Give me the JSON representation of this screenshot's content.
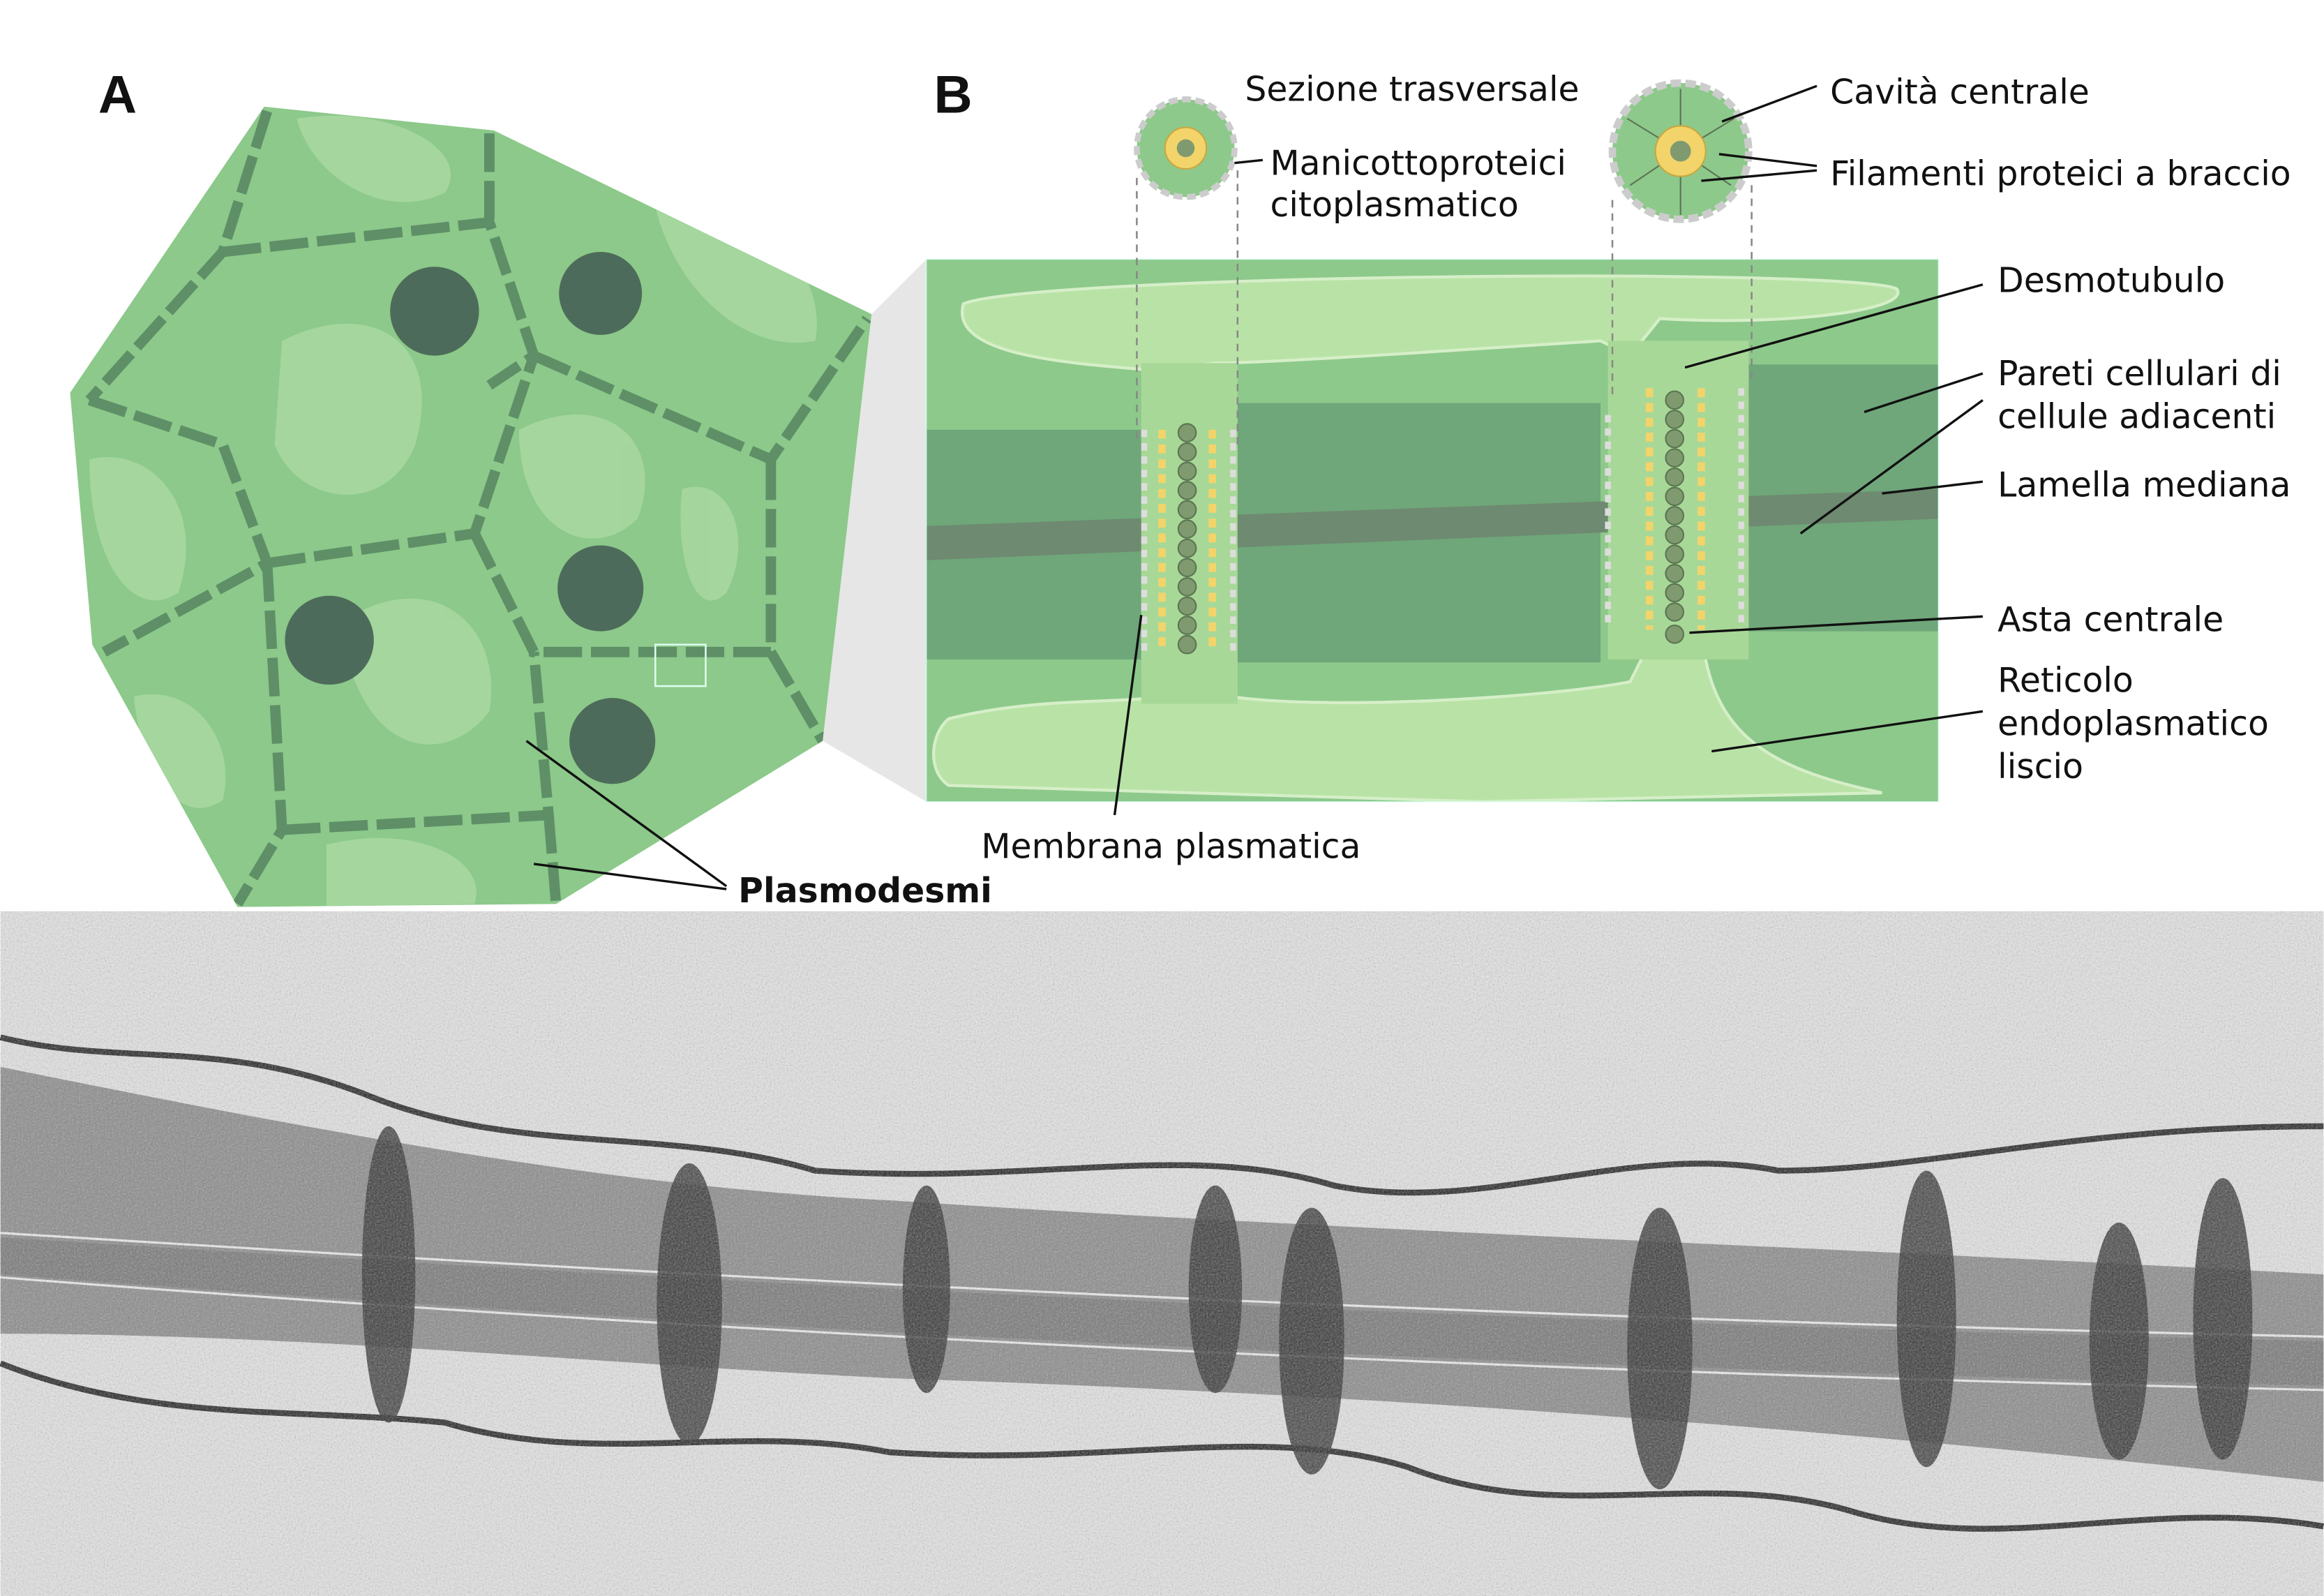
{
  "panel_a": {
    "letter": "A",
    "label_plasmodesmi": "Plasmodesmi"
  },
  "panel_b": {
    "letter": "B",
    "title": "Sezione trasversale",
    "labels": {
      "manicotto_1": "Manicottoproteici",
      "manicotto_2": "citoplasmatico",
      "cavita": "Cavità centrale",
      "filamenti": "Filamenti proteici a braccio",
      "desmotubulo": "Desmotubulo",
      "pareti_1": "Pareti cellulari di",
      "pareti_2": "cellule adiacenti",
      "lamella": "Lamella mediana",
      "asta": "Asta centrale",
      "reticolo_1": "Reticolo",
      "reticolo_2": "endoplasmatico",
      "reticolo_3": "liscio",
      "membrana": "Membrana plasmatica"
    }
  },
  "colors": {
    "cell": "#8cc98a",
    "wall": "#6fa67a",
    "lamella": "#6e8a70",
    "er": "#b9e3a6",
    "nucleus": "#4d6b5a",
    "sleeve": "#f2d46b"
  }
}
